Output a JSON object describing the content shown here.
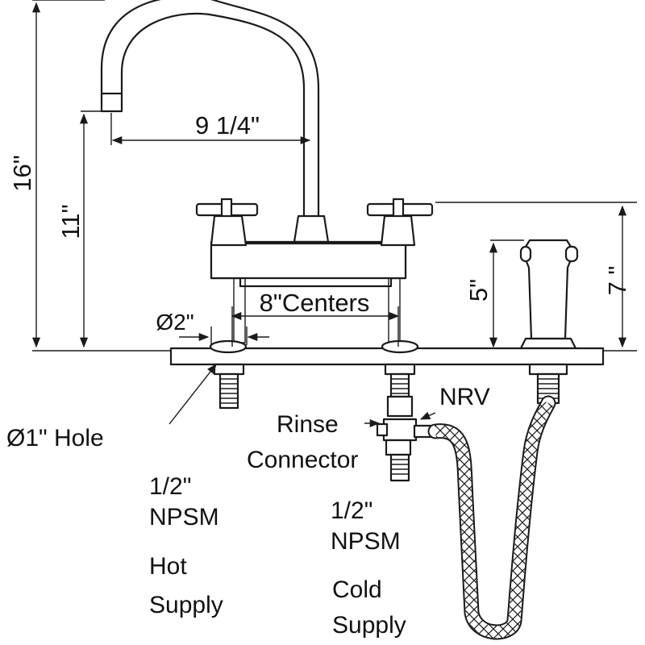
{
  "dimensions": {
    "overall_height": "16\"",
    "spout_height": "11\"",
    "spout_reach": "9 1/4\"",
    "centers": "8\"Centers",
    "shank_diameter": "Ø2\"",
    "sprayer_height": "5\"",
    "handle_height": "7 \""
  },
  "callouts": {
    "hole": "Ø1\" Hole",
    "nrv": "NRV",
    "rinse_line1": "Rinse",
    "rinse_line2": "Connector",
    "hot_size_line1": "1/2\"",
    "hot_size_line2": "NPSM",
    "hot_supply_line1": "Hot",
    "hot_supply_line2": "Supply",
    "cold_size_line1": "1/2\"",
    "cold_size_line2": "NPSM",
    "cold_supply_line1": "Cold",
    "cold_supply_line2": "Supply"
  },
  "colors": {
    "line": "#1a1a1a",
    "background": "#ffffff"
  }
}
